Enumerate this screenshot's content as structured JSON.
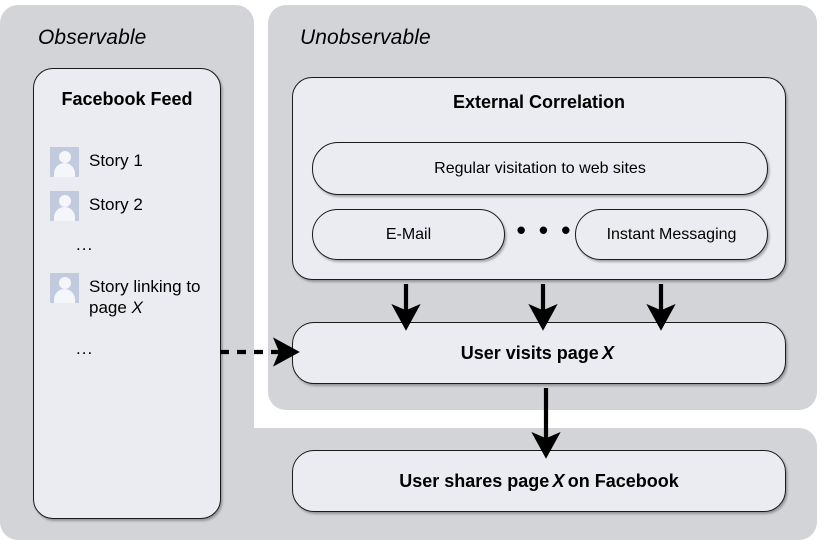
{
  "zones": {
    "observable": {
      "label": "Observable"
    },
    "unobservable": {
      "label": "Unobservable"
    },
    "facebook_band": {
      "label": ""
    }
  },
  "feed": {
    "title": "Facebook Feed",
    "stories": [
      {
        "type": "story",
        "label": "Story 1",
        "avatar": "user-avatar-icon"
      },
      {
        "type": "story",
        "label": "Story 2",
        "avatar": "user-avatar-icon"
      },
      {
        "type": "ellipsis",
        "label": "..."
      },
      {
        "type": "story",
        "label": "Story linking to page X",
        "label_plain": "Story linking to page ",
        "label_italic": "X",
        "avatar": "user-avatar-icon"
      },
      {
        "type": "ellipsis",
        "label": "..."
      }
    ]
  },
  "external_correlation": {
    "title": "External Correlation",
    "regular": "Regular visitation to web sites",
    "email": "E-Mail",
    "dots": "• • •",
    "instant_messaging": "Instant Messaging"
  },
  "flow": {
    "visits_prefix": "User visits page ",
    "visits_var": "X",
    "visits_suffix": "",
    "shares_prefix": "User shares page ",
    "shares_var": "X",
    "shares_suffix": " on Facebook"
  },
  "arrows": {
    "dashed_from_feed": "dashed-arrow-feed-to-visits",
    "down_left": "arrow-correlation-to-visits-left",
    "down_mid": "arrow-correlation-to-visits-middle",
    "down_right": "arrow-correlation-to-visits-right",
    "down_visits_to_shares": "arrow-visits-to-shares"
  },
  "colors": {
    "zone_gray": "#d3d4d8",
    "node_fill": "#ebecf1",
    "node_stroke": "#1a1a1a",
    "avatar_bg": "#c2cbdd",
    "avatar_fg": "#f4f6fa",
    "page_bg": "#ffffff"
  }
}
